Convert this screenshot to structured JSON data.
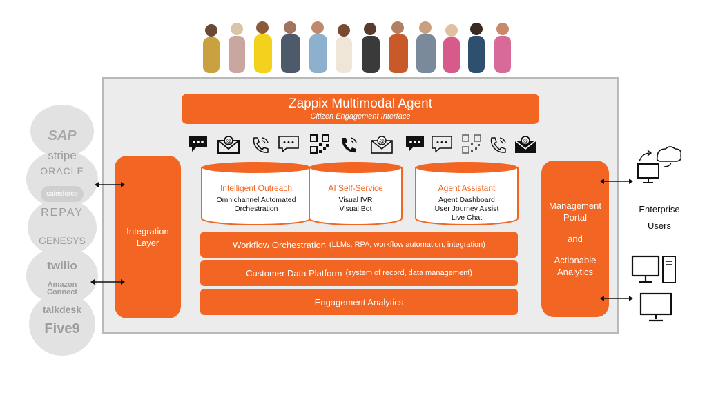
{
  "title": {
    "main": "Zappix Multimodal Agent",
    "subtitle": "Citizen Engagement Interface"
  },
  "integration_layer": {
    "label": "Integration Layer"
  },
  "management": {
    "line1": "Management Portal",
    "line2": "and",
    "line3": "Actionable Analytics"
  },
  "modules": [
    {
      "title": "Intelligent Outreach",
      "lines": [
        "Omnichannel Automated",
        "Orchestration"
      ]
    },
    {
      "title": "AI Self-Service",
      "lines": [
        "Visual IVR",
        "Visual Bot"
      ]
    },
    {
      "title": "Agent Assistant",
      "lines": [
        "Agent Dashboard",
        "User Journey Assist",
        "Live Chat"
      ]
    }
  ],
  "bars": [
    {
      "main": "Workflow Orchestration",
      "detail": "(LLMs, RPA, workflow automation, integration)"
    },
    {
      "main": "Customer Data Platform",
      "detail": "(system of record, data management)"
    },
    {
      "main": "Engagement Analytics",
      "detail": ""
    }
  ],
  "vendors": [
    "SAP",
    "stripe",
    "ORACLE",
    "salesforce",
    "REPAY",
    "GENESYS",
    "twilio",
    "Amazon Connect",
    "talkdesk",
    "Five9"
  ],
  "enterprise": {
    "line1": "Enterprise",
    "line2": "Users"
  },
  "channel_icons": [
    "chat-bubble-icon",
    "email-icon",
    "phone-icon",
    "message-icon",
    "qr-code-icon",
    "phone-icon",
    "email-icon",
    "chat-bubble-icon",
    "message-icon",
    "qr-code-icon",
    "phone-icon",
    "email-icon"
  ],
  "colors": {
    "accent": "#f26522",
    "frame": "#ececec",
    "cloud": "#e2e2e2"
  }
}
